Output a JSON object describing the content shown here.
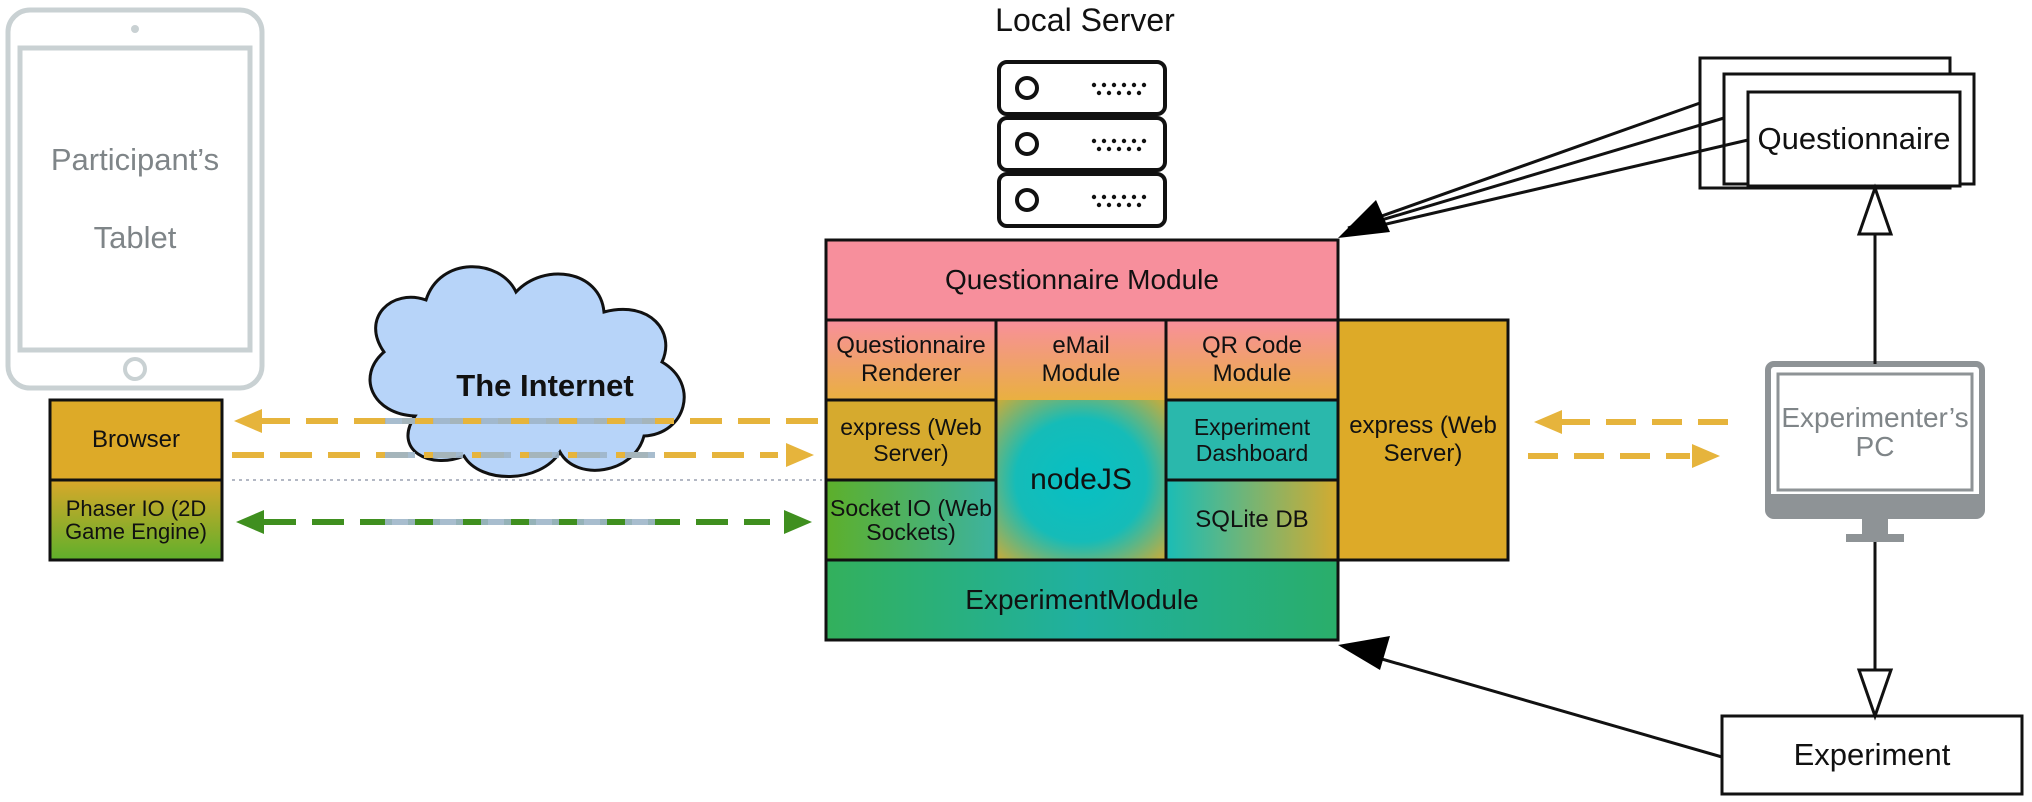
{
  "tablet": {
    "line1": "Participant’s",
    "line2": "Tablet"
  },
  "client": {
    "browser": "Browser",
    "phaser": "Phaser IO (2D Game Engine)"
  },
  "cloud": {
    "label": "The Internet"
  },
  "server": {
    "title": "Local Server",
    "questionnaire_module": "Questionnaire Module",
    "questionnaire_renderer": "Questionnaire Renderer",
    "email_module": "eMail Module",
    "qr_module": "QR Code Module",
    "express_left": "express (Web Server)",
    "nodejs": "nodeJS",
    "experiment_dashboard": "Experiment Dashboard",
    "socket_io": "Socket IO (Web Sockets)",
    "sqlite": "SQLite DB",
    "experiment_module": "ExperimentModule",
    "express_right": "express (Web Server)"
  },
  "pc": {
    "label": "Experimenter’s PC"
  },
  "questionnaire": {
    "label": "Questionnaire"
  },
  "experiment": {
    "label": "Experiment"
  },
  "colors": {
    "pink": "#f78f9c",
    "orange": "#f4a65e",
    "gold": "#ddaa28",
    "teal": "#06bfc2",
    "green": "#2aae6a",
    "lime": "#5daf2a",
    "cloud": "#b7d4f9",
    "gray": "#8e9396",
    "tablet": "#c9d1d3"
  }
}
